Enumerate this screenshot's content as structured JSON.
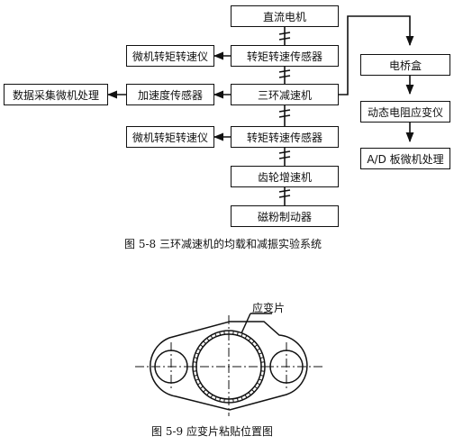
{
  "fig58": {
    "boxes": {
      "motor": "直流电机",
      "torque_sensor_top": "转矩转速传感器",
      "torque_meter_top": "微机转矩转速仪",
      "reducer": "三环减速机",
      "accel_sensor": "加速度传感器",
      "data_acq": "数据采集微机处理",
      "torque_sensor_bottom": "转矩转速传感器",
      "torque_meter_bottom": "微机转矩转速仪",
      "gear_reducer": "齿轮增速机",
      "brake": "磁粉制动器",
      "bridge_box": "电桥盒",
      "strain_meter": "动态电阻应变仪",
      "ad_board": "A/D 板微机处理"
    },
    "caption": "图 5-8  三环减速机的均载和减振实验系统"
  },
  "fig59": {
    "gauge_label": "应变片",
    "caption": "图 5-9  应变片粘贴位置图"
  }
}
